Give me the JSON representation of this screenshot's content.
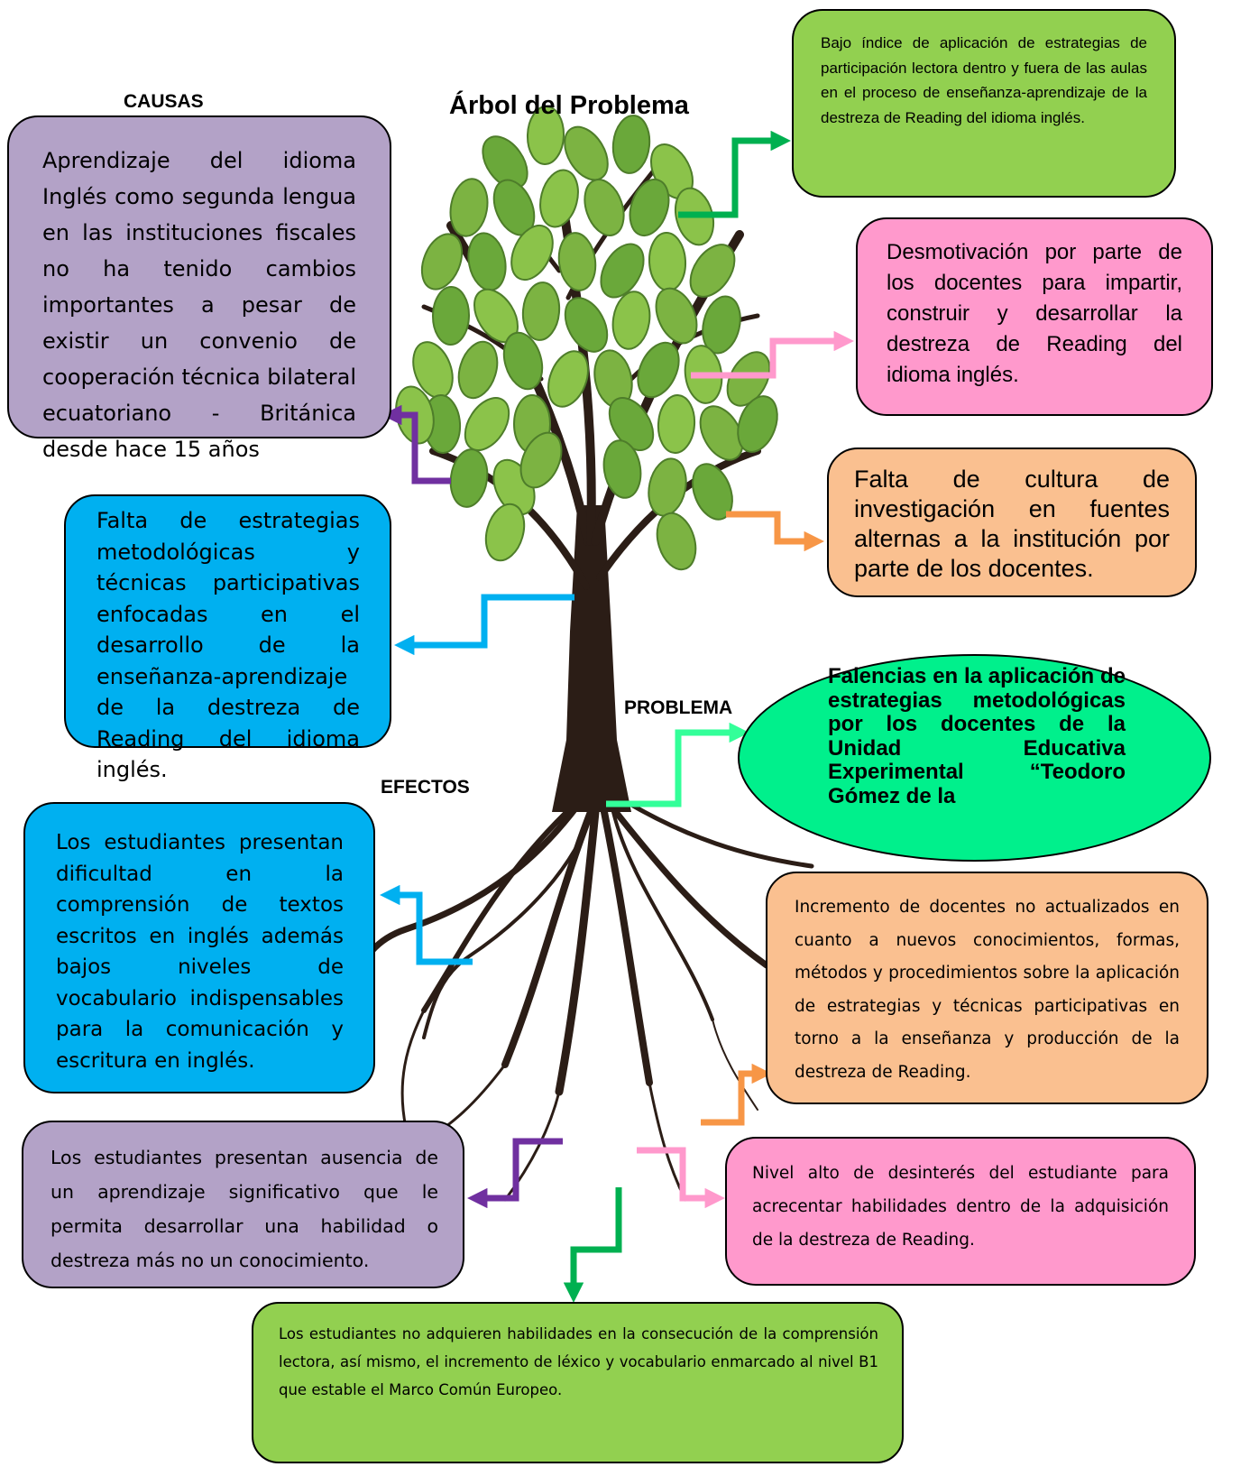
{
  "title": "Árbol del Problema",
  "labels": {
    "causas": "CAUSAS",
    "problema": "PROBLEMA",
    "efectos": "EFECTOS"
  },
  "colors": {
    "purple_box": "#b3a2c7",
    "green_box": "#92d050",
    "pink_box": "#ff99cc",
    "orange_box": "#fac090",
    "blue_box": "#00b0f0",
    "problem_ellipse": "#00f08c",
    "arrow_green": "#00b050",
    "arrow_pink": "#ff99cc",
    "arrow_orange": "#f79646",
    "arrow_purple": "#7030a0",
    "arrow_blue": "#00b0f0",
    "arrow_mint": "#33ff99",
    "leaf": "#7cb342",
    "trunk": "#2b1d16"
  },
  "causes": {
    "c1": "Aprendizaje del idioma Inglés como segunda lengua en las instituciones fiscales no ha tenido cambios importantes a pesar de existir un convenio de cooperación técnica bilateral ecuatoriano - Británica desde hace 15 años",
    "c2": "Falta de estrategias metodológicas y técnicas participativas enfocadas en el desarrollo de la enseñanza-aprendizaje de la destreza de Reading del idioma inglés.",
    "c3": "Bajo índice de aplicación de estrategias de participación lectora dentro y fuera de las aulas en el proceso de enseñanza-aprendizaje de la destreza de Reading del idioma inglés.",
    "c4": "Desmotivación por parte de los docentes para impartir, construir y desarrollar la destreza de Reading del idioma inglés.",
    "c5": "Falta de cultura de investigación en fuentes alternas a la institución por parte de los docentes."
  },
  "problem": "Falencias en la aplicación de estrategias metodológicas por los docentes de la Unidad Educativa Experimental “Teodoro Gómez de la",
  "effects": {
    "e1": "Los estudiantes presentan dificultad en la comprensión de textos escritos en inglés además bajos niveles de vocabulario indispensables para la comunicación y escritura en inglés.",
    "e2": "Incremento de docentes no actualizados en cuanto a nuevos conocimientos, formas, métodos y procedimientos sobre la aplicación de estrategias y técnicas participativas en torno a la enseñanza y producción de la destreza de Reading.",
    "e3": "Los estudiantes presentan ausencia de un aprendizaje significativo que le permita desarrollar una habilidad o destreza más no un conocimiento.",
    "e4": "Nivel alto de desinterés del estudiante para acrecentar habilidades dentro de la adquisición de la destreza de Reading.",
    "e5": "Los estudiantes no adquieren habilidades en la consecución de la comprensión lectora, así mismo, el incremento de léxico y vocabulario enmarcado al nivel B1 que estable el Marco Común Europeo."
  }
}
